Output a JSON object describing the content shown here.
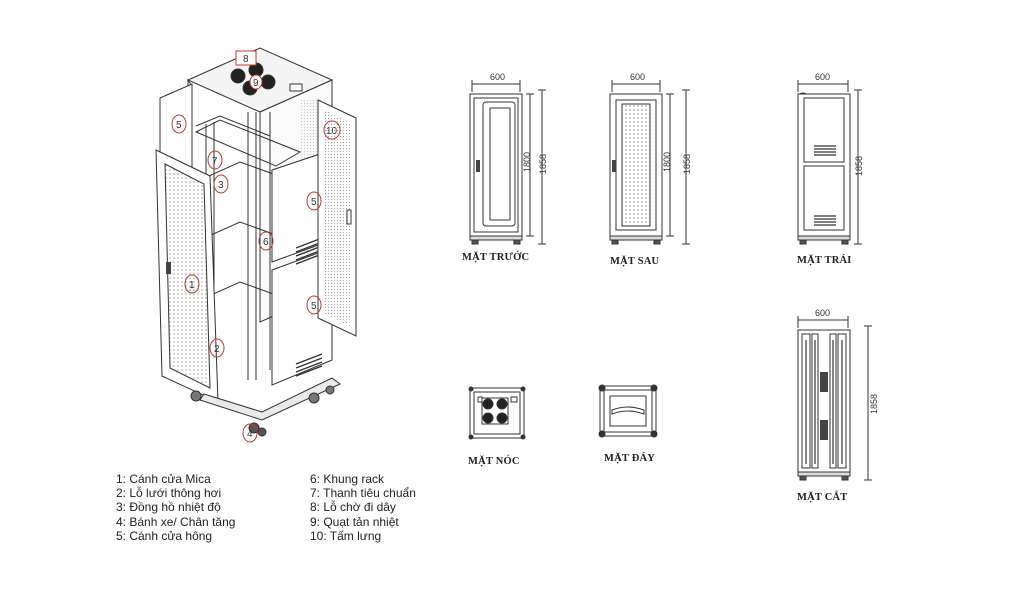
{
  "legend_left": [
    "1: Cánh cửa Mica",
    "2: Lỗ lưới thông hơi",
    "3: Đồng hồ nhiệt độ",
    "4: Bánh xe/ Chân tăng",
    "5: Cánh cửa hông"
  ],
  "legend_right": [
    "6: Khung rack",
    "7: Thanh tiêu chuẩn",
    "8: Lỗ chờ đi dây",
    "9: Quạt tản nhiệt",
    "10: Tấm lưng"
  ],
  "callouts": [
    "1",
    "2",
    "3",
    "4",
    "5",
    "6",
    "7",
    "8",
    "9",
    "10"
  ],
  "views": {
    "front": {
      "label": "MẶT TRƯỚC",
      "width": "600",
      "height_inner": "1800",
      "height_outer": "1858"
    },
    "back": {
      "label": "MẶT SAU",
      "width": "600",
      "height_inner": "1800",
      "height_outer": "1858"
    },
    "left": {
      "label": "MẶT TRÁI",
      "width": "600",
      "height_outer": "1858"
    },
    "top": {
      "label": "MẶT NÓC"
    },
    "bottom": {
      "label": "MẶT ĐÁY"
    },
    "section": {
      "label": "MẶT CẮT",
      "width": "600",
      "height_outer": "1858"
    }
  },
  "colors": {
    "line": "#333333",
    "callout": "#c0392b"
  }
}
